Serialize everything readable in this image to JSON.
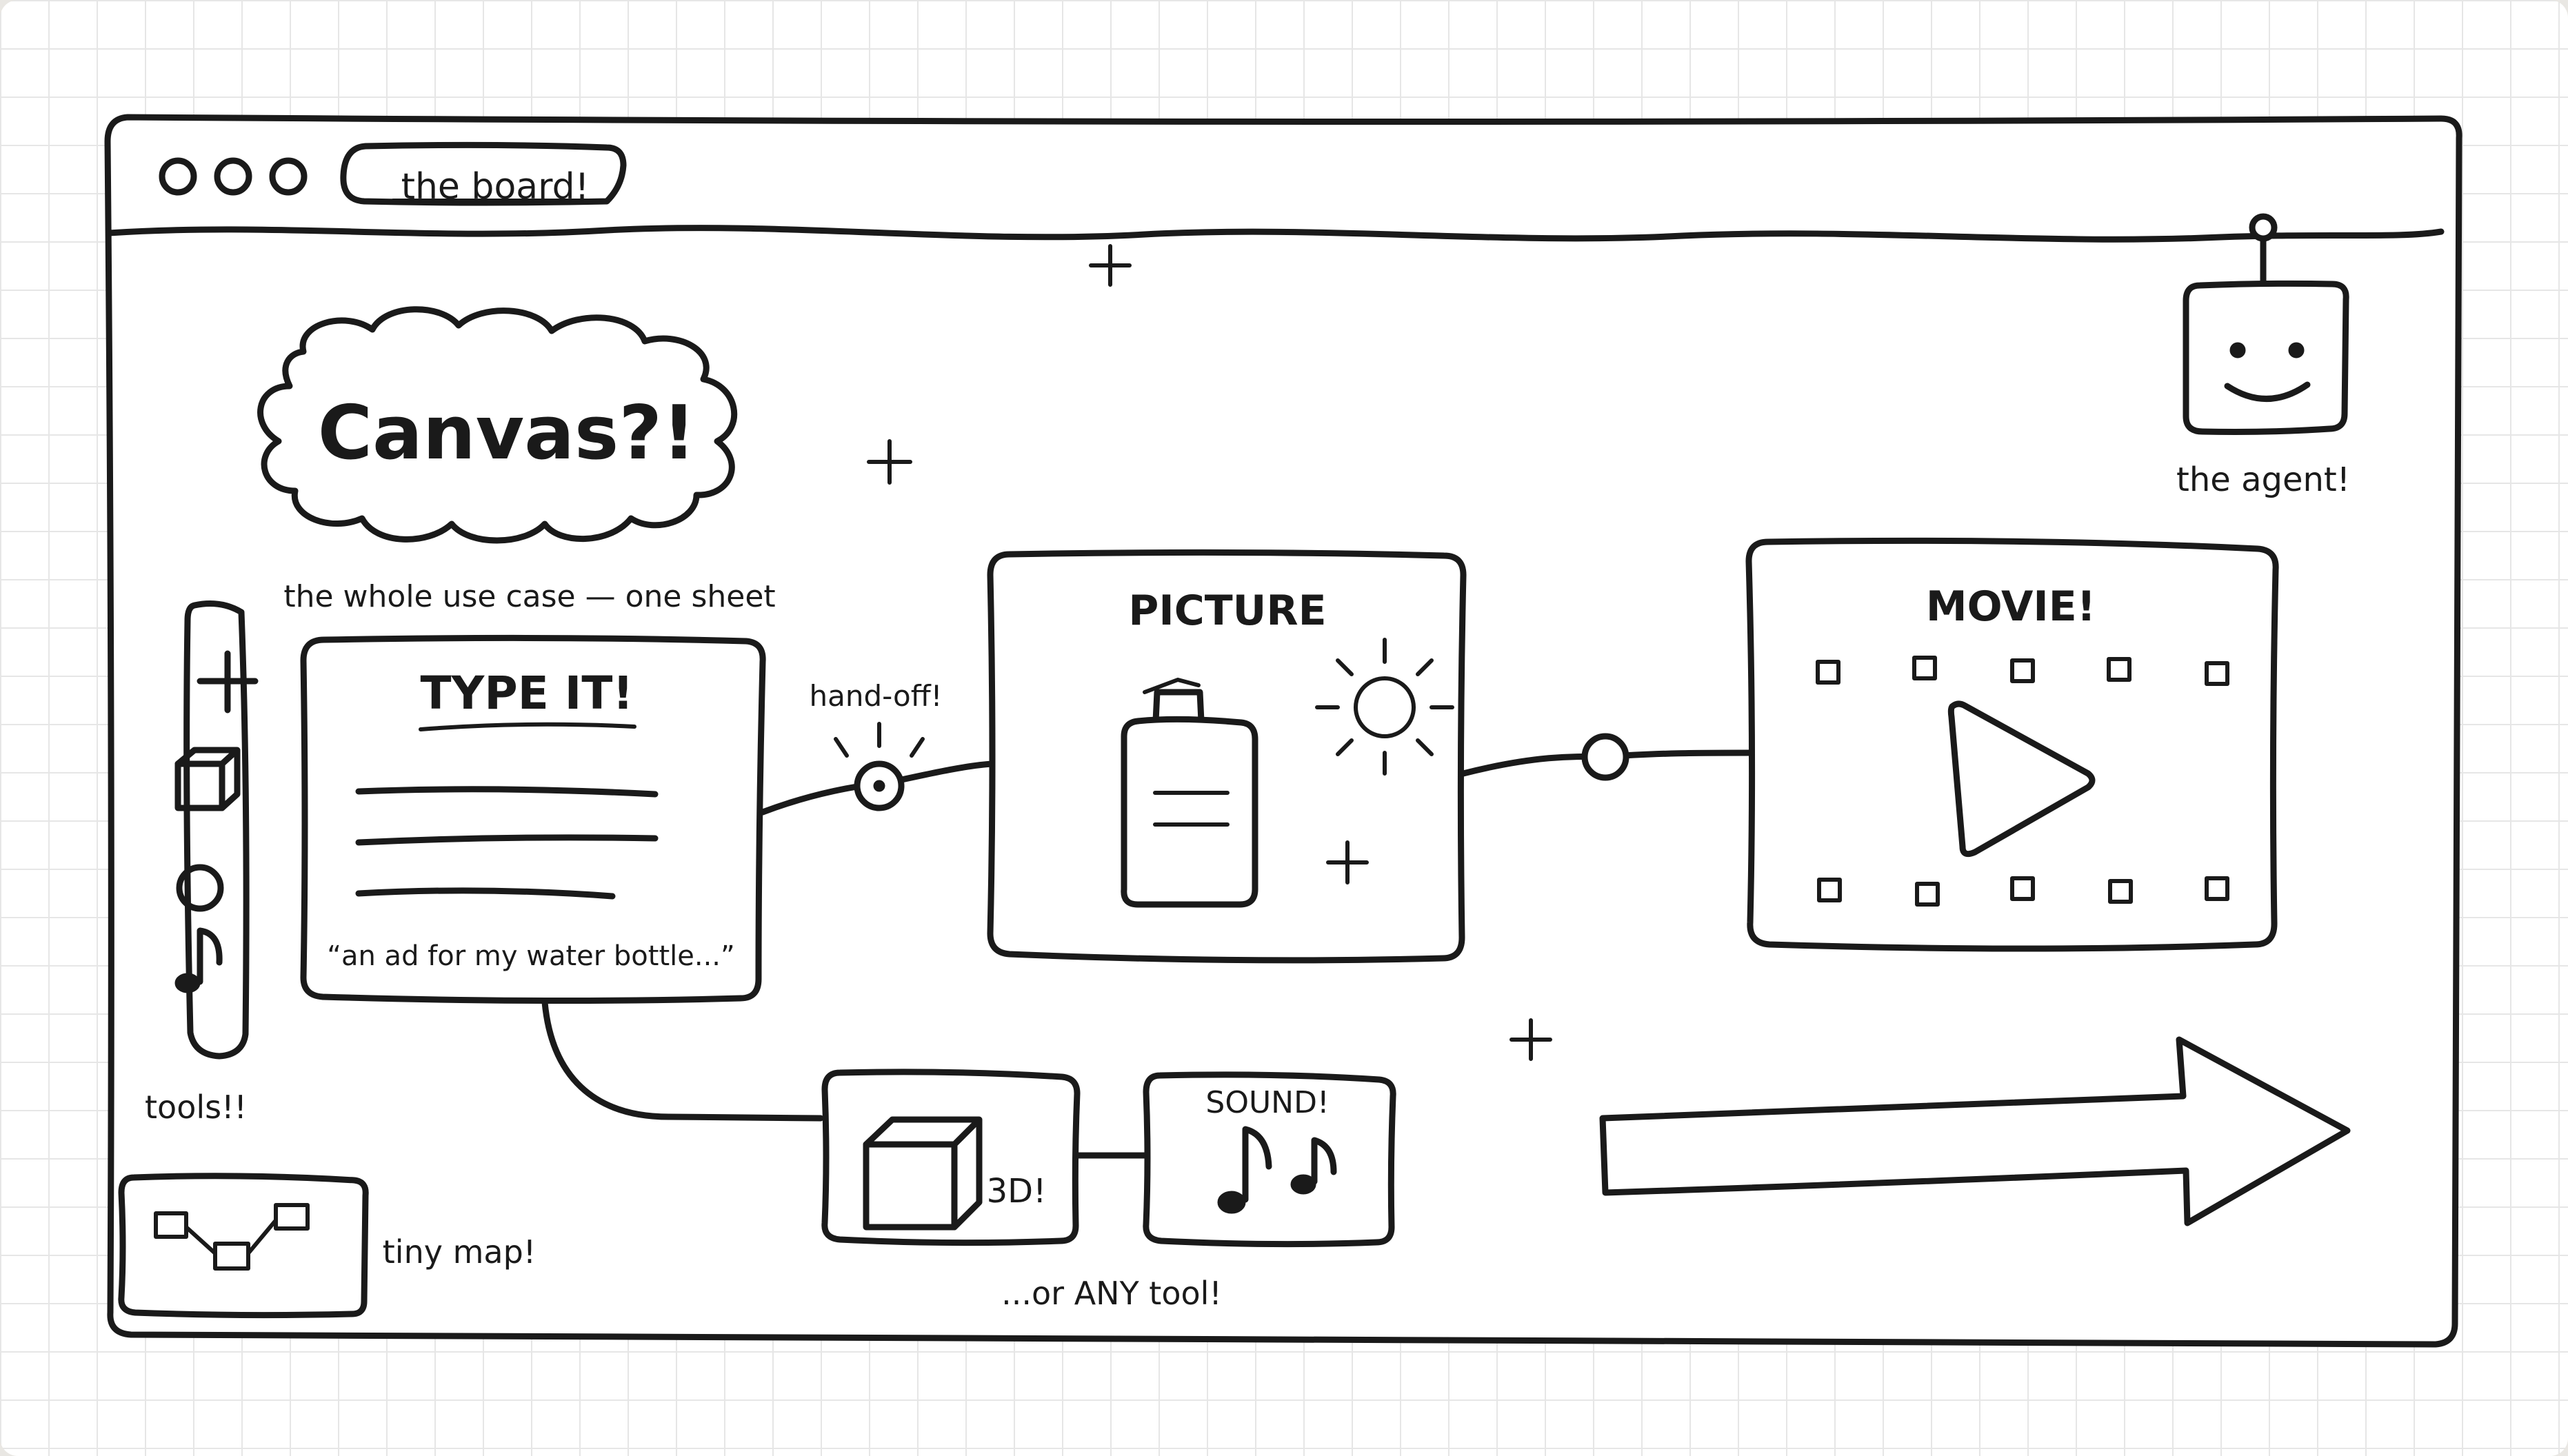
{
  "window": {
    "title": "the board!"
  },
  "cloud": {
    "text": "Canvas?!",
    "caption": "the whole use case — one sheet"
  },
  "agent": {
    "label": "the agent!",
    "icon": "robot-face-icon"
  },
  "tools": {
    "label": "tools!!",
    "items": [
      "plus-icon",
      "cube-icon",
      "circle-icon",
      "music-note-icon"
    ]
  },
  "cards": {
    "type_it": {
      "title": "TYPE IT!",
      "quote": "“an ad for my water bottle...”"
    },
    "picture": {
      "title": "PICTURE"
    },
    "movie": {
      "title": "MOVIE!"
    },
    "three_d": {
      "label": "3D!"
    },
    "sound": {
      "title": "SOUND!"
    }
  },
  "connectors": {
    "handoff_label": "hand-off!"
  },
  "minimap": {
    "label": "tiny map!"
  },
  "footer": {
    "any_tool": "...or ANY tool!"
  }
}
